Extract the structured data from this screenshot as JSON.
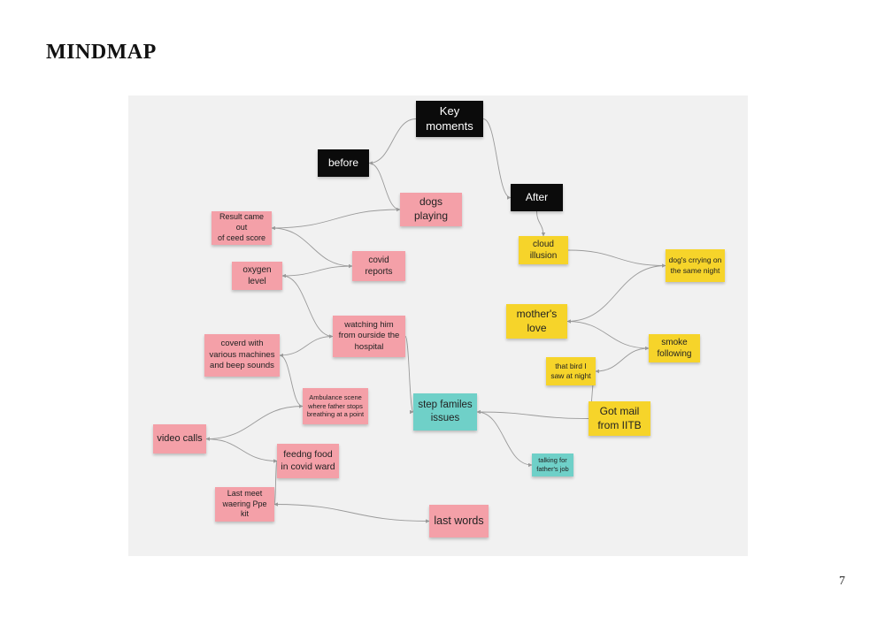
{
  "page": {
    "title": "MINDMAP",
    "page_number": "7"
  },
  "colors": {
    "black": "#0b0b0b",
    "pink": "#f4a0a8",
    "yellow": "#f6d42a",
    "teal": "#6fd0c8",
    "board": "#f1f1f1",
    "edge": "#9a9a9a"
  },
  "mindmap": {
    "nodes": [
      {
        "id": "key",
        "color": "black",
        "text": "Key\nmoments"
      },
      {
        "id": "before",
        "color": "black",
        "text": "before"
      },
      {
        "id": "after",
        "color": "black",
        "text": "After"
      },
      {
        "id": "dogs",
        "color": "pink",
        "text": "dogs\nplaying"
      },
      {
        "id": "result",
        "color": "pink",
        "text": "Result came out\nof ceed score"
      },
      {
        "id": "covid",
        "color": "pink",
        "text": "covid\nreports"
      },
      {
        "id": "oxygen",
        "color": "pink",
        "text": "oxygen\nlevel"
      },
      {
        "id": "watching",
        "color": "pink",
        "text": "watching him\nfrom ourside the\nhospital"
      },
      {
        "id": "coverd",
        "color": "pink",
        "text": "coverd with\nvarious machines\nand beep sounds"
      },
      {
        "id": "ambulance",
        "color": "pink",
        "text": "Ambulance scene\nwhere father stops\nbreathing at a point"
      },
      {
        "id": "videocalls",
        "color": "pink",
        "text": "video calls"
      },
      {
        "id": "feeding",
        "color": "pink",
        "text": "feedng food\nin covid ward"
      },
      {
        "id": "lastmeet",
        "color": "pink",
        "text": "Last meet\nwaering Ppe kit"
      },
      {
        "id": "lastwords",
        "color": "pink",
        "text": "last words"
      },
      {
        "id": "step",
        "color": "teal",
        "text": "step familes\nissues"
      },
      {
        "id": "talking",
        "color": "teal",
        "text": "talking for\nfather's job"
      },
      {
        "id": "cloud",
        "color": "yellow",
        "text": "cloud\nillusion"
      },
      {
        "id": "dogscrying",
        "color": "yellow",
        "text": "dog's crrying on\nthe same night"
      },
      {
        "id": "mother",
        "color": "yellow",
        "text": "mother's\nlove"
      },
      {
        "id": "smoke",
        "color": "yellow",
        "text": "smoke\nfollowing"
      },
      {
        "id": "bird",
        "color": "yellow",
        "text": "that bird I\nsaw at night"
      },
      {
        "id": "gotmail",
        "color": "yellow",
        "text": "Got mail\nfrom IITB"
      }
    ],
    "edges": [
      {
        "from": "key",
        "to": "before"
      },
      {
        "from": "key",
        "to": "after"
      },
      {
        "from": "before",
        "to": "dogs"
      },
      {
        "from": "dogs",
        "to": "result"
      },
      {
        "from": "result",
        "to": "covid"
      },
      {
        "from": "covid",
        "to": "oxygen"
      },
      {
        "from": "oxygen",
        "to": "watching"
      },
      {
        "from": "watching",
        "to": "coverd"
      },
      {
        "from": "watching",
        "to": "step"
      },
      {
        "from": "coverd",
        "to": "ambulance"
      },
      {
        "from": "ambulance",
        "to": "videocalls"
      },
      {
        "from": "videocalls",
        "to": "feeding"
      },
      {
        "from": "feeding",
        "to": "lastmeet"
      },
      {
        "from": "lastmeet",
        "to": "lastwords"
      },
      {
        "from": "step",
        "to": "talking"
      },
      {
        "from": "after",
        "to": "cloud"
      },
      {
        "from": "cloud",
        "to": "dogscrying"
      },
      {
        "from": "dogscrying",
        "to": "mother"
      },
      {
        "from": "mother",
        "to": "smoke"
      },
      {
        "from": "smoke",
        "to": "bird"
      },
      {
        "from": "bird",
        "to": "gotmail"
      },
      {
        "from": "gotmail",
        "to": "step"
      }
    ]
  }
}
